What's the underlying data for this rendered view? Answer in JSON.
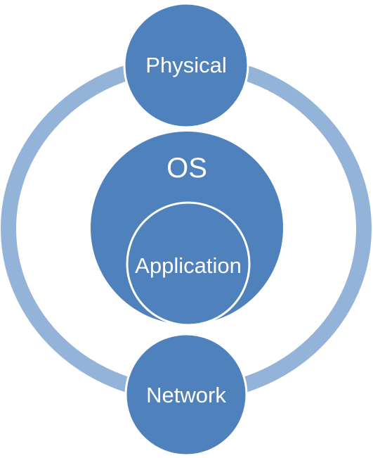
{
  "diagram": {
    "outer_ring": {
      "color": "#93b3d9"
    },
    "nodes": {
      "physical": {
        "label": "Physical"
      },
      "os": {
        "label": "OS"
      },
      "application": {
        "label": "Application"
      },
      "network": {
        "label": "Network"
      }
    },
    "colors": {
      "node_fill": "#4f81bd",
      "node_border": "#ffffff",
      "label": "#ffffff",
      "background": "#ffffff"
    }
  }
}
